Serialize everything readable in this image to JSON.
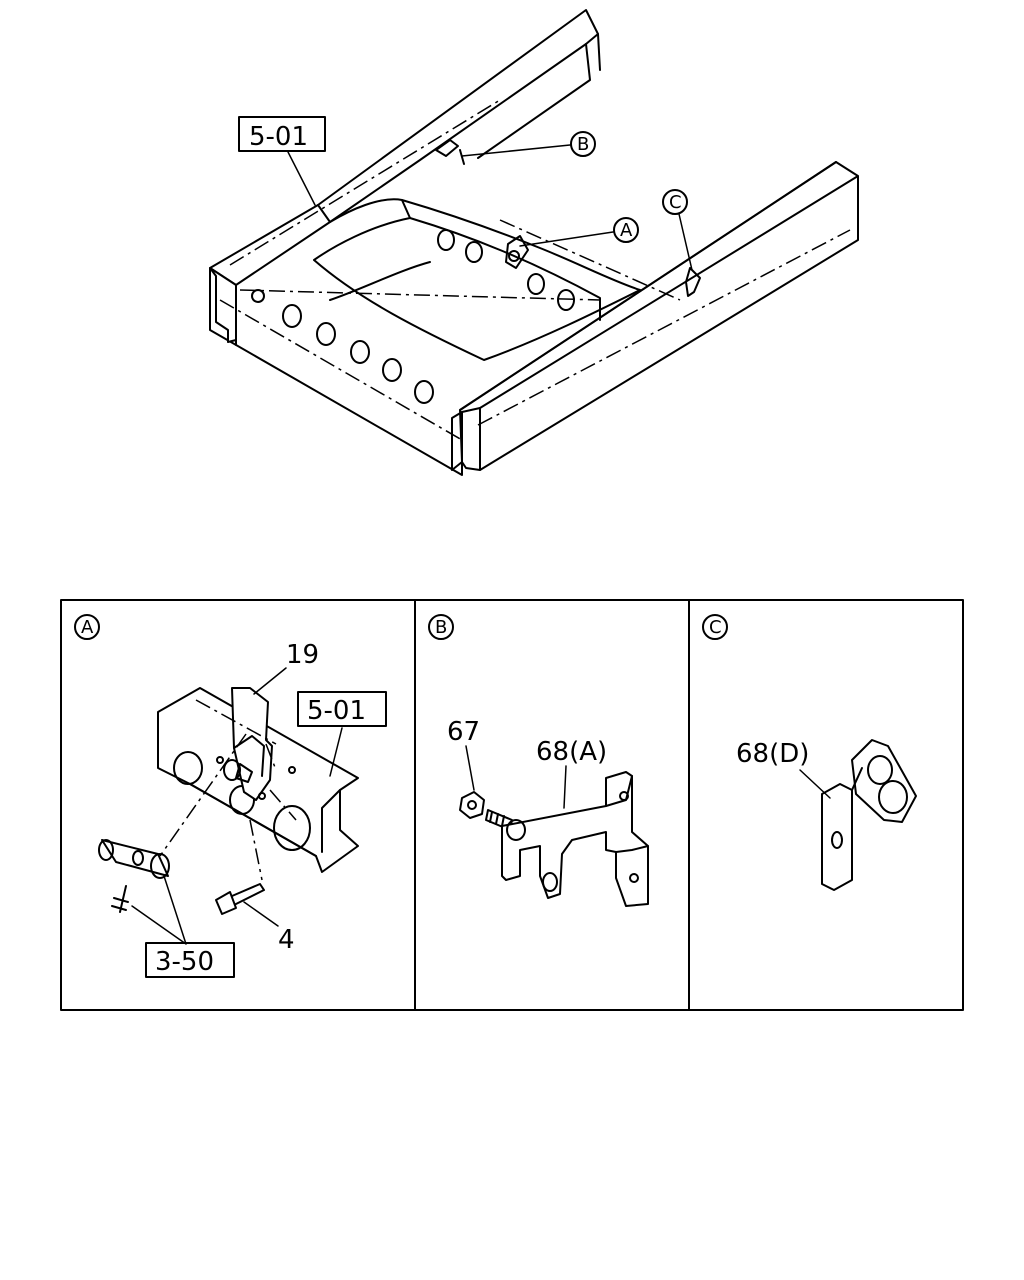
{
  "overview": {
    "ref_frame": "5-01",
    "callout_a": "A",
    "callout_b": "B",
    "callout_c": "C"
  },
  "panels": {
    "a": {
      "tag": "A",
      "ref_frame": "5-01",
      "ref_pipe": "3-50",
      "part_bracket": "19",
      "part_bolt": "4"
    },
    "b": {
      "tag": "B",
      "part_nut": "67",
      "part_bracket": "68(A)"
    },
    "c": {
      "tag": "C",
      "part_bracket": "68(D)"
    }
  }
}
